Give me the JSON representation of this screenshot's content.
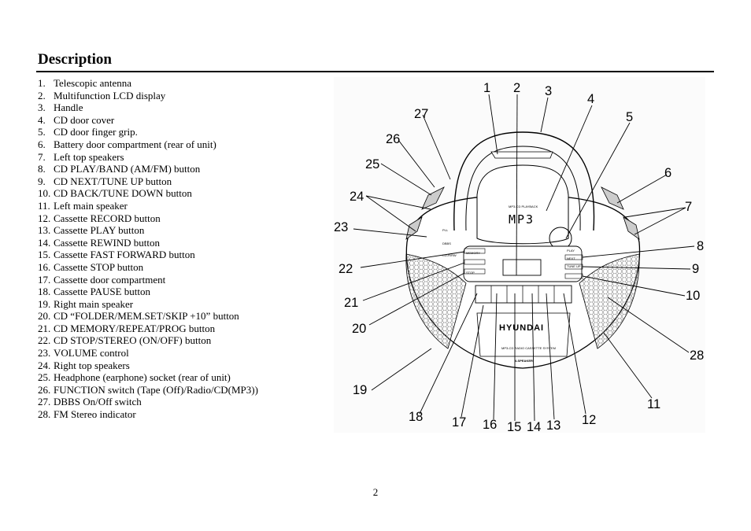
{
  "page": {
    "title": "Description",
    "page_number": "2"
  },
  "items": [
    {
      "num": "1.",
      "label": "Telescopic antenna"
    },
    {
      "num": "2.",
      "label": "Multifunction LCD display"
    },
    {
      "num": "3.",
      "label": "Handle"
    },
    {
      "num": "4.",
      "label": "CD door cover"
    },
    {
      "num": "5.",
      "label": "CD door finger grip."
    },
    {
      "num": "6.",
      "label": "Battery door compartment (rear of unit)"
    },
    {
      "num": "7.",
      "label": "Left top speakers"
    },
    {
      "num": "8.",
      "label": "CD PLAY/BAND (AM/FM) button"
    },
    {
      "num": "9.",
      "label": "CD NEXT/TUNE UP button"
    },
    {
      "num": "10.",
      "label": "CD BACK/TUNE DOWN button"
    },
    {
      "num": "11.",
      "label": "Left main speaker"
    },
    {
      "num": "12.",
      "label": "Cassette RECORD button"
    },
    {
      "num": "13.",
      "label": "Cassette PLAY button"
    },
    {
      "num": "14.",
      "label": "Cassette REWIND button"
    },
    {
      "num": "15.",
      "label": "Cassette FAST FORWARD button"
    },
    {
      "num": "16.",
      "label": "Cassette STOP button"
    },
    {
      "num": "17.",
      "label": "Cassette door compartment"
    },
    {
      "num": "18.",
      "label": "Cassette PAUSE button"
    },
    {
      "num": "19.",
      "label": "Right main speaker"
    },
    {
      "num": "20.",
      "label": "CD “FOLDER/MEM.SET/SKIP +10” button"
    },
    {
      "num": "21.",
      "label": "CD MEMORY/REPEAT/PROG button"
    },
    {
      "num": "22.",
      "label": "CD STOP/STEREO (ON/OFF) button"
    },
    {
      "num": "23.",
      "label": "VOLUME control"
    },
    {
      "num": "24.",
      "label": "Right top speakers"
    },
    {
      "num": "25.",
      "label": "Headphone (earphone) socket (rear of unit)"
    },
    {
      "num": "26.",
      "label": "FUNCTION switch (Tape (Off)/Radio/CD(MP3))"
    },
    {
      "num": "27.",
      "label": "DBBS On/Off switch"
    },
    {
      "num": "28.",
      "label": "FM Stereo indicator"
    }
  ],
  "diagram": {
    "brand": "HYUNDAI",
    "display_caption": "MP3-CD PLAYBACK",
    "display_text": "MP3",
    "model_caption": "MP3-CD RADIO CASSETTE SYSTEM",
    "speaker_caption": "4-SPEAKER",
    "panel_labels": {
      "pll": "PLL",
      "dbbs": "DBBS",
      "cd_rw": "CD-R/RW",
      "play": "PLAY",
      "next": "NEXT",
      "tune_up": "TUNE UP",
      "memory": "MEMORY",
      "stop": "STOP"
    },
    "callouts": [
      "1",
      "2",
      "3",
      "4",
      "5",
      "6",
      "7",
      "8",
      "9",
      "10",
      "11",
      "12",
      "13",
      "14",
      "15",
      "16",
      "17",
      "18",
      "19",
      "20",
      "21",
      "22",
      "23",
      "24",
      "25",
      "26",
      "27",
      "28"
    ]
  }
}
